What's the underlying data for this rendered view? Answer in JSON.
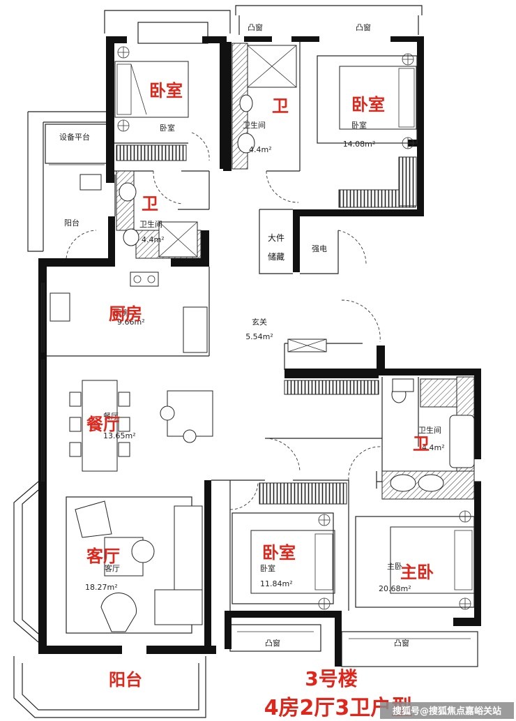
{
  "rooms": {
    "bedroom_nw": {
      "big": "卧室",
      "small": "卧室"
    },
    "bath_n": {
      "big": "卫",
      "small": "卫生间",
      "area": "4.4m²"
    },
    "bedroom_ne": {
      "big": "卧室",
      "small": "卧室",
      "area": "14.08m²"
    },
    "utility_balcony": {
      "small": "设备平台"
    },
    "balcony_w": {
      "small": "阳台"
    },
    "bath_w": {
      "big": "卫",
      "small": "卫生间",
      "area": "4.4m²"
    },
    "storage": {
      "line1": "大件",
      "line2": "储藏"
    },
    "electric": {
      "small": "强电"
    },
    "kitchen": {
      "big": "厨房",
      "small": "厨房",
      "area": "9.66m²"
    },
    "entrance": {
      "small": "玄关",
      "area": "5.54m²"
    },
    "dining": {
      "big": "餐厅",
      "small": "餐厅",
      "area": "13.65m²"
    },
    "bath_e": {
      "big": "卫",
      "small": "卫生间",
      "area": "4.4m²"
    },
    "living": {
      "big": "客厅",
      "small": "客厅",
      "area": "18.27m²"
    },
    "bedroom_s": {
      "big": "卧室",
      "small": "卧室",
      "area": "11.84m²"
    },
    "master": {
      "big": "主卧",
      "small": "主卧",
      "area": "20.68m²"
    },
    "balcony_s": {
      "big": "阳台"
    }
  },
  "windows": {
    "n1": "凸窗",
    "n2": "凸窗",
    "s1": "凸窗",
    "s2": "凸窗"
  },
  "title": {
    "line1": "3号楼",
    "line2": "4房2厅3卫户型"
  },
  "watermark": "搜狐号@搜狐焦点嘉峪关站"
}
